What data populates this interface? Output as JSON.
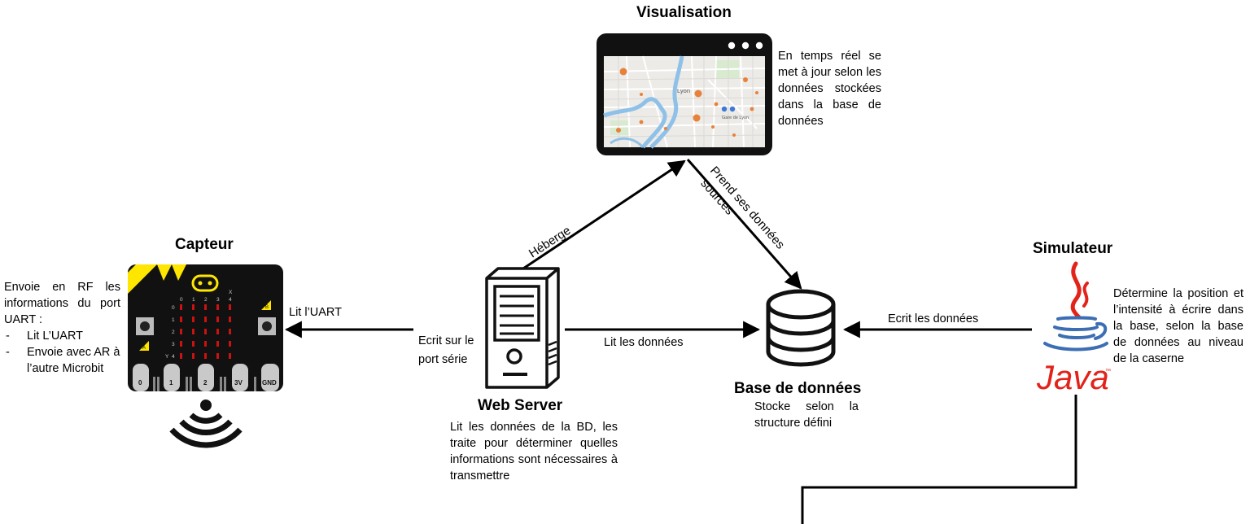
{
  "nodes": {
    "visualisation": {
      "title": "Visualisation",
      "description": "En temps réel se met à jour selon les données stockées dans la base de données",
      "map_labels": {
        "city": "Lyon",
        "station": "Gare de Lyon"
      }
    },
    "capteur": {
      "title": "Capteur",
      "description_intro": "Envoie en RF les informations du port UART :",
      "description_items": [
        "Lit L’UART",
        "Envoie avec AR à l’autre Microbit"
      ],
      "microbit": {
        "button_a": "A",
        "button_b": "B",
        "col_labels": [
          "0",
          "1",
          "2",
          "3",
          "4"
        ],
        "row_labels": [
          "0",
          "1",
          "2",
          "3",
          "4"
        ],
        "axis_x": "X",
        "axis_y": "Y",
        "pins": [
          "0",
          "1",
          "2",
          "3V",
          "GND"
        ]
      }
    },
    "web_server": {
      "title": "Web Server",
      "description": "Lit les données de la BD, les traite pour déterminer quelles informations sont nécessaires à transmettre"
    },
    "base_de_donnees": {
      "title": "Base de données",
      "description": "Stocke selon la structure défini"
    },
    "simulateur": {
      "title": "Simulateur",
      "description": "Détermine la position et l’intensité à écrire dans la base, selon la base de données au niveau de la caserne",
      "logo_text": "Java",
      "logo_tm": "™"
    }
  },
  "edges": {
    "heberge": "Héberge",
    "prend_sources": [
      "Prend ses données",
      "sources"
    ],
    "lit_uart": "Lit l’UART",
    "ecrit_port": [
      "Ecrit sur le",
      "port série"
    ],
    "lit_donnees": "Lit les données",
    "ecrit_donnees": "Ecrit les données"
  },
  "colors": {
    "line": "#000000",
    "microbit_yellow": "#ffe600",
    "microbit_body": "#111111",
    "led_red": "#cc1111",
    "java_red": "#e2231a",
    "java_blue": "#3d6eb4",
    "map_orange": "#e8823a",
    "map_river": "#8fc1e8"
  }
}
